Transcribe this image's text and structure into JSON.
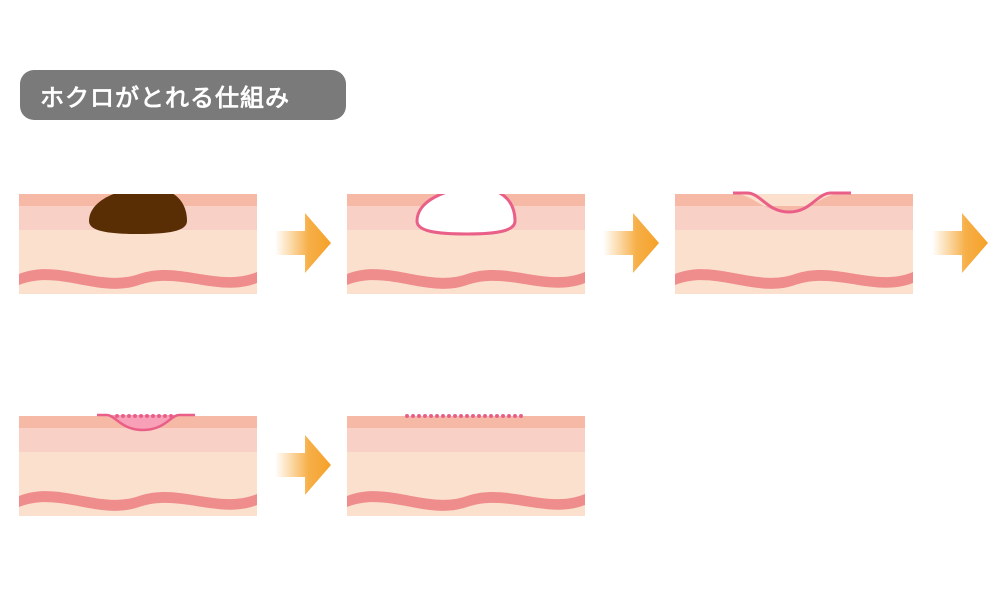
{
  "title": "ホクロがとれる仕組み",
  "colors": {
    "skin_top": "#f6b9a6",
    "skin_mid": "#f8d0c6",
    "skin_deep": "#fbe1cd",
    "wave": "#ef8d8d",
    "mole": "#5a2e05",
    "wound_outline": "#ea5f88",
    "arrow": "#f5a128",
    "title_bg": "#7a7a7a"
  },
  "steps": [
    {
      "state": "mole"
    },
    {
      "state": "removed"
    },
    {
      "state": "depression"
    },
    {
      "state": "healing"
    },
    {
      "state": "healed"
    }
  ]
}
